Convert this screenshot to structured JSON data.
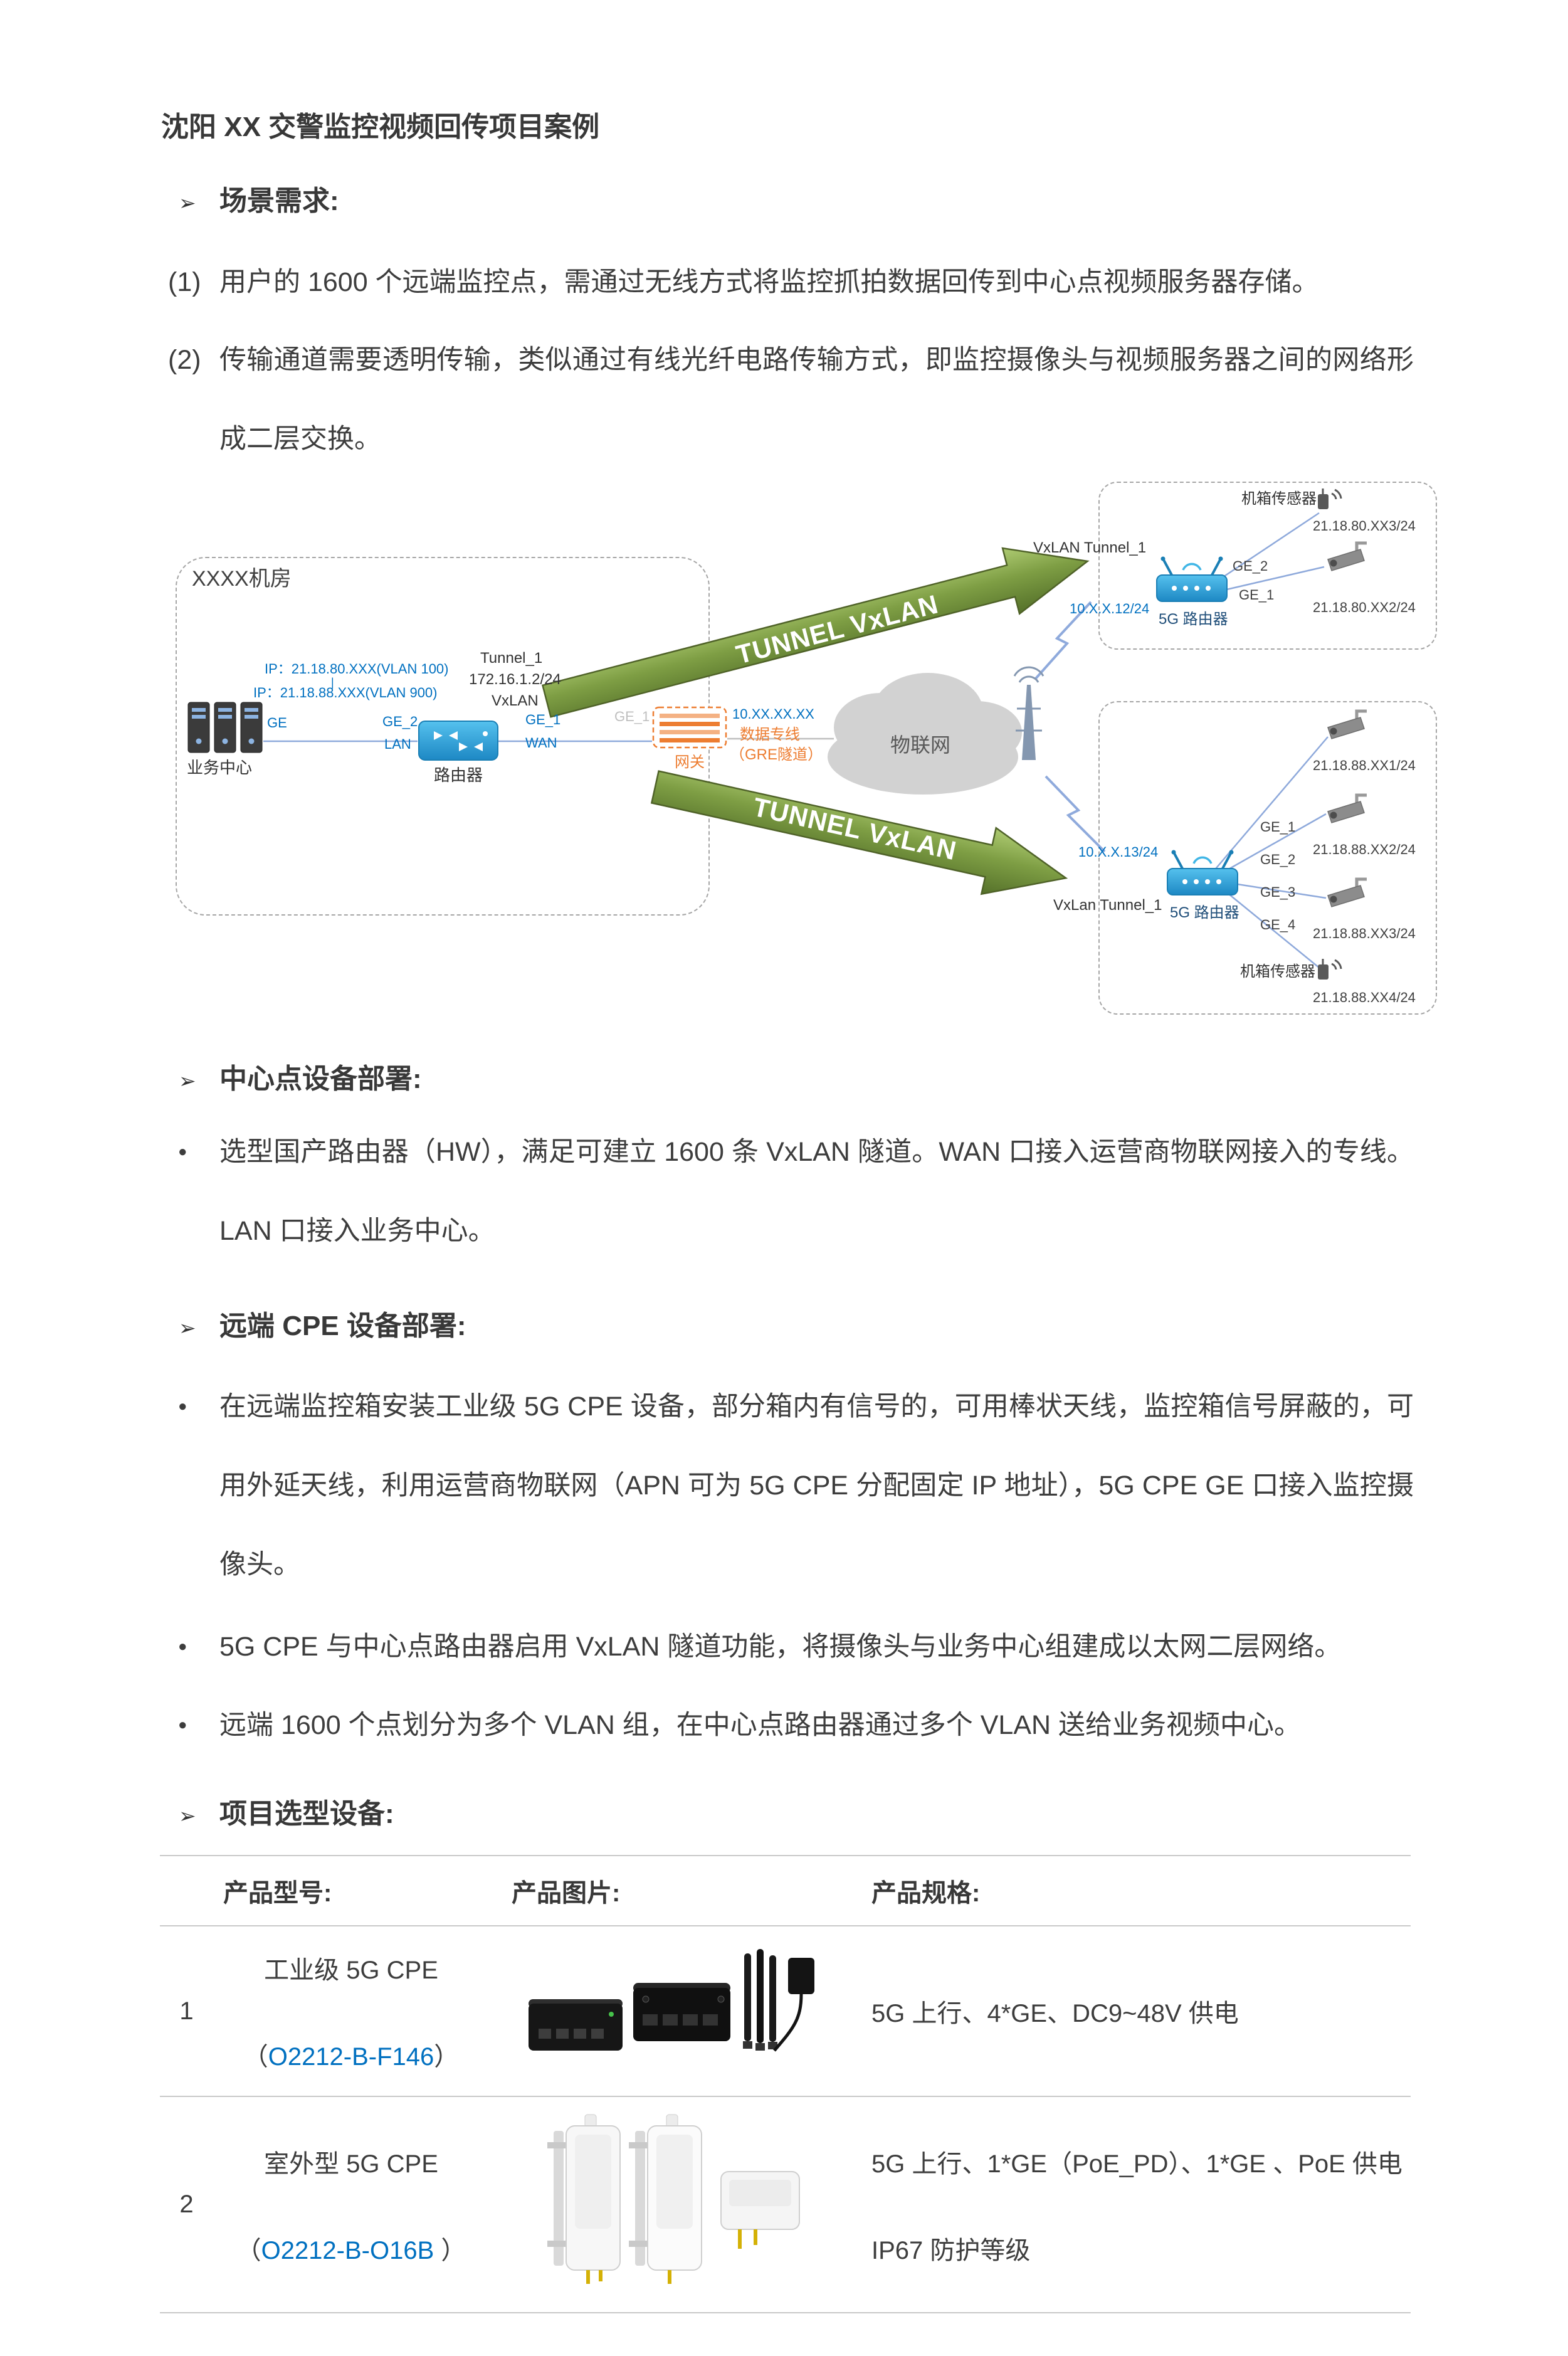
{
  "colors": {
    "accent_blue": "#0070C0",
    "orange": "#ED7D31",
    "tunnel_green": "#76923C",
    "table_border": "#C9C9C9"
  },
  "doc": {
    "title": "沈阳 XX 交警监控视频回传项目案例",
    "arrow_marker": "➢",
    "bullet_marker": "●",
    "scene": {
      "heading": "场景需求:",
      "item1_marker": "(1)",
      "item1": "用户的 1600 个远端监控点，需通过无线方式将监控抓拍数据回传到中心点视频服务器存储。",
      "item2_marker": "(2)",
      "item2": "传输通道需要透明传输，类似通过有线光纤电路传输方式，即监控摄像头与视频服务器之间的网络形成二层交换。"
    },
    "center_deploy": {
      "heading": "中心点设备部署:",
      "bullet1": "选型国产路由器（HW），满足可建立 1600 条 VxLAN 隧道。WAN 口接入运营商物联网接入的专线。LAN 口接入业务中心。"
    },
    "cpe_deploy": {
      "heading": "远端 CPE 设备部署:",
      "bullet1": "在远端监控箱安装工业级 5G CPE 设备，部分箱内有信号的，可用棒状天线，监控箱信号屏蔽的，可用外延天线，利用运营商物联网（APN 可为 5G CPE 分配固定 IP 地址），5G CPE GE 口接入监控摄像头。",
      "bullet2": "5G CPE 与中心点路由器启用 VxLAN 隧道功能，将摄像头与业务中心组建成以太网二层网络。",
      "bullet3": "远端 1600 个点划分为多个 VLAN 组，在中心点路由器通过多个 VLAN 送给业务视频中心。"
    },
    "selection": {
      "heading": "项目选型设备:"
    }
  },
  "diagram": {
    "room_label": "XXXX机房",
    "servers_label": "业务中心",
    "ip_line1": "IP：21.18.80.XXX(VLAN 100)",
    "ip_sep": "|",
    "ip_line2": "IP：21.18.88.XXX(VLAN 900)",
    "ge": "GE",
    "ge2": "GE_2",
    "lan": "LAN",
    "router_label": "路由器",
    "tunnel1": "Tunnel_1",
    "tunnel2": "172.16.1.2/24",
    "tunnel3": "VxLAN",
    "ge1": "GE_1",
    "wan": "WAN",
    "ge1_wan_side": "GE_1",
    "gw_ip": "10.XX.XX.XX",
    "gw_line1": "数据专线",
    "gw_line2": "（GRE隧道）",
    "gw_label": "网关",
    "cloud_label": "物联网",
    "tunnel_arrow_top": "TUNNEL VxLAN",
    "tunnel_arrow_bottom": "TUNNEL VxLAN",
    "site1": {
      "sensor_label": "机箱传感器",
      "sensor_ip": "21.18.80.XX3/24",
      "tunnel": "VxLAN Tunnel_1",
      "ge2": "GE_2",
      "ge1": "GE_1",
      "ip": "10.X.X.12/24",
      "router_label": "5G 路由器",
      "camera_ip": "21.18.80.XX2/24"
    },
    "site2": {
      "ip": "10.X.X.13/24",
      "tunnel": "VxLan Tunnel_1",
      "router_label": "5G 路由器",
      "ge1": "GE_1",
      "ge2": "GE_2",
      "ge3": "GE_3",
      "ge4": "GE_4",
      "camera1_ip": "21.18.88.XX1/24",
      "camera2_ip": "21.18.88.XX2/24",
      "camera3_ip": "21.18.88.XX3/24",
      "sensor_label": "机箱传感器",
      "sensor_ip": "21.18.88.XX4/24"
    },
    "icons": [
      "core-router-icon",
      "5g-router-icon",
      "camera-icon",
      "sensor-icon",
      "server-icon",
      "cloud-icon",
      "antenna-tower-icon",
      "gateway-icon",
      "lightning-icon",
      "tunnel-arrow"
    ]
  },
  "table": {
    "headers": {
      "model": "产品型号:",
      "image": "产品图片:",
      "spec": "产品规格:"
    },
    "rows": [
      {
        "num": "1",
        "name": "工业级 5G CPE",
        "open": "（",
        "code": "O2212-B-F146",
        "close": "）",
        "spec1": "5G 上行、4*GE、DC9~48V 供电"
      },
      {
        "num": "2",
        "name": "室外型 5G CPE",
        "open": "（",
        "code": "O2212-B-O16B",
        "close": " ）",
        "spec1": "5G 上行、1*GE（PoE_PD）、1*GE 、PoE 供电",
        "spec2": "IP67 防护等级"
      }
    ]
  }
}
